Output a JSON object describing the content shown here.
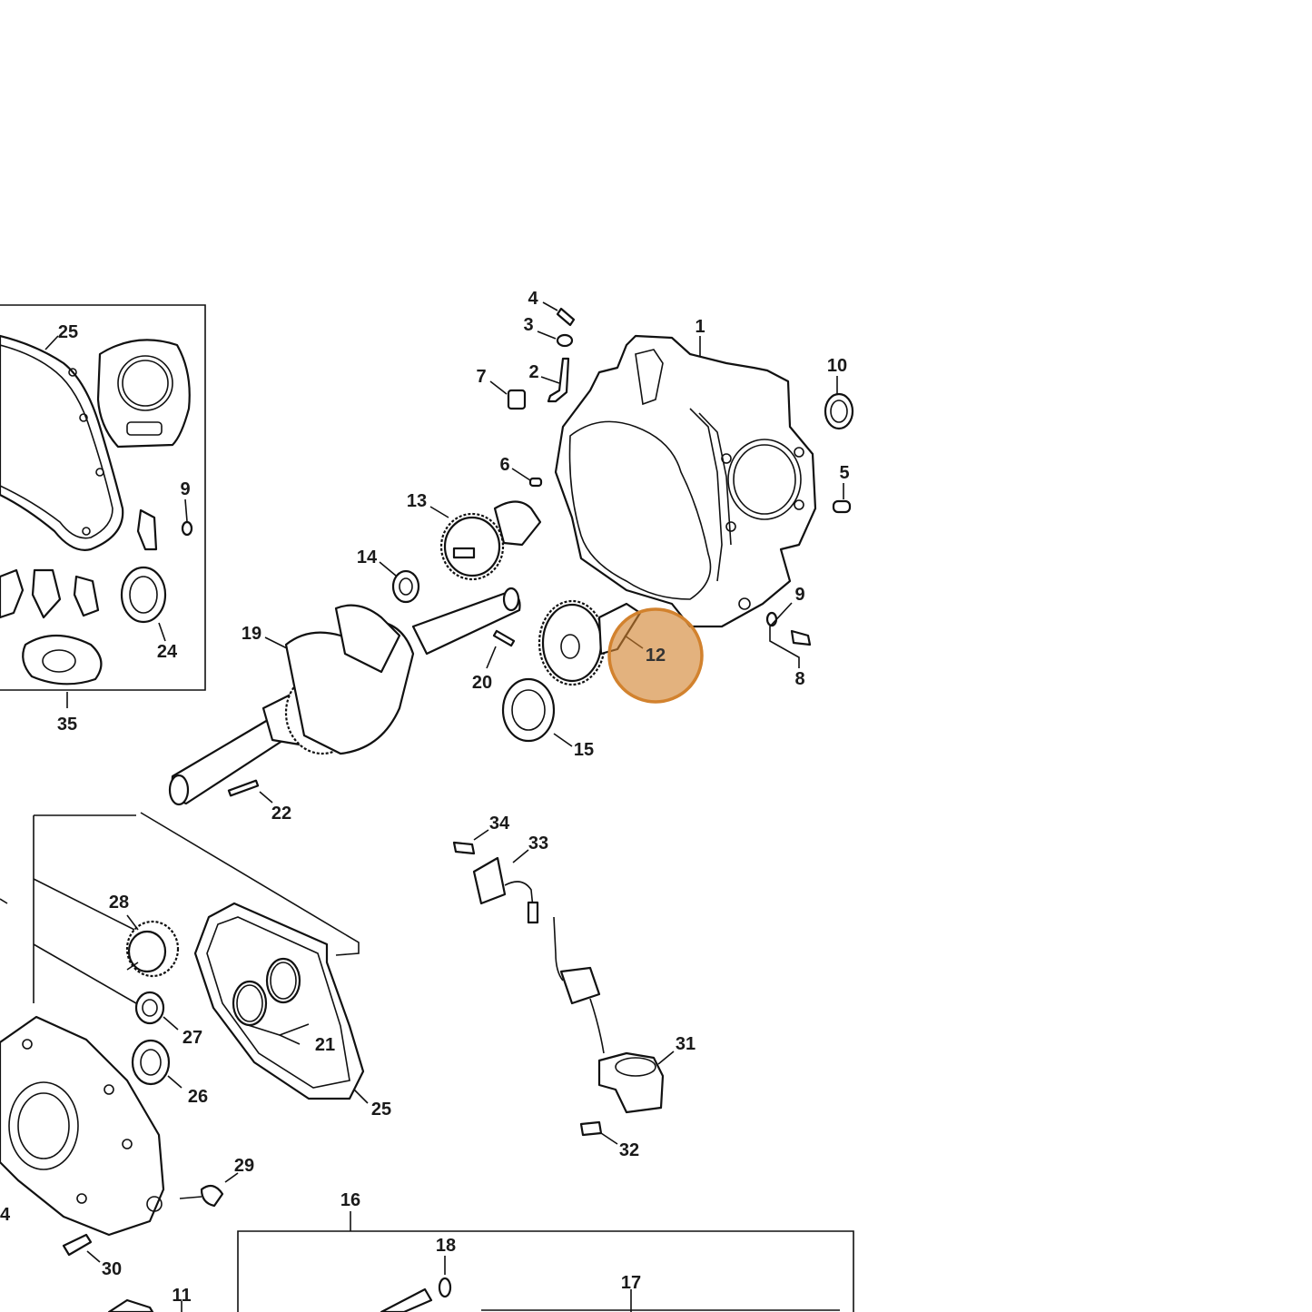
{
  "diagram": {
    "highlight": {
      "label": "12",
      "color": "#D2822E"
    },
    "callouts": {
      "c1": "1",
      "c2": "2",
      "c3": "3",
      "c4": "4",
      "c5": "5",
      "c6": "6",
      "c7": "7",
      "c8": "8",
      "c9a": "9",
      "c9b": "9",
      "c10": "10",
      "c11": "11",
      "c12": "12",
      "c13": "13",
      "c14": "14",
      "c15": "15",
      "c16": "16",
      "c17": "17",
      "c18": "18",
      "c19": "19",
      "c20": "20",
      "c21": "21",
      "c22": "22",
      "c24a": "24",
      "c24b": "4",
      "c25a": "25",
      "c25b": "25",
      "c26": "26",
      "c27": "27",
      "c28": "28",
      "c29": "29",
      "c30": "30",
      "c31": "31",
      "c32": "32",
      "c33": "33",
      "c34": "34",
      "c35": "35"
    }
  }
}
